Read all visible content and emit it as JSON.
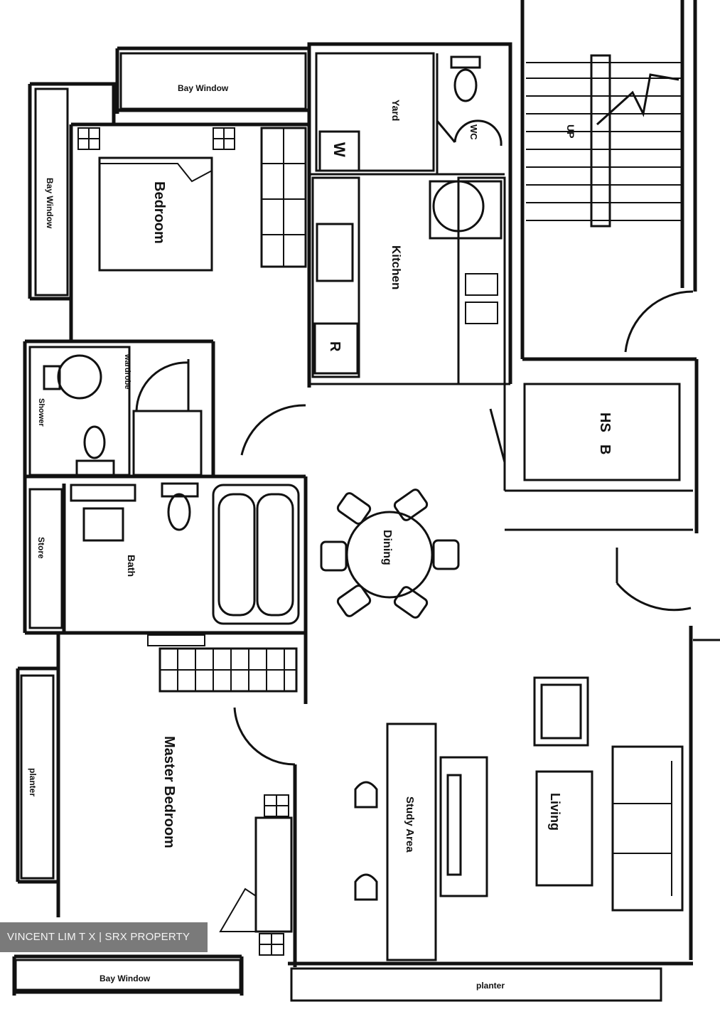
{
  "watermark": {
    "text": "VINCENT LIM T X | SRX PROPERTY"
  },
  "rooms": {
    "hs": "HS",
    "hs_suffix": "B",
    "wm": "W",
    "fridge": "R",
    "kitchen": "Kitchen",
    "bedroom": "Bedroom",
    "master_bedroom": "Master Bedroom",
    "living": "Living",
    "dining": "Dining",
    "study": "Study Area",
    "bath": "Bath",
    "yard": "Yard",
    "planter_bottom": "planter",
    "planter_left": "planter",
    "bay_top": "Bay Window",
    "bay_left": "Bay Window",
    "bay_bottom": "Bay Window",
    "wc": "WC",
    "store": "Store",
    "wardrobe": "wardrobe",
    "shower": "Shower",
    "up": "UP"
  },
  "colors": {
    "ink": "#111111",
    "paper": "#ffffff"
  }
}
